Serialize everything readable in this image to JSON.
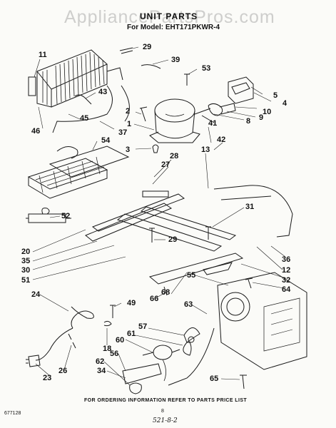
{
  "watermark": "AppliancePartsPros.com",
  "header": {
    "title": "UNIT PARTS",
    "model": "For Model: EHT171PKWR-4"
  },
  "callouts": {
    "c11": "11",
    "c29a": "29",
    "c39": "39",
    "c53": "53",
    "c4": "4",
    "c5": "5",
    "c10": "10",
    "c9": "9",
    "c8": "8",
    "c43": "43",
    "c45": "45",
    "c46": "46",
    "c37": "37",
    "c2": "2",
    "c1": "1",
    "c54": "54",
    "c3": "3",
    "c41": "41",
    "c42": "42",
    "c13": "13",
    "c28": "28",
    "c27": "27",
    "c52": "52",
    "c31": "31",
    "c29b": "29",
    "c20": "20",
    "c35": "35",
    "c30": "30",
    "c51": "51",
    "c36": "36",
    "c12": "12",
    "c32": "32",
    "c64": "64",
    "c55": "55",
    "c24": "24",
    "c49": "49",
    "c66": "66",
    "c68": "68",
    "c63": "63",
    "c57": "57",
    "c61": "61",
    "c60": "60",
    "c18": "18",
    "c56": "56",
    "c62": "62",
    "c23": "23",
    "c26": "26",
    "c65": "65",
    "c34": "34"
  },
  "footer": {
    "ordering": "FOR ORDERING INFORMATION REFER TO PARTS PRICE LIST",
    "doc_number": "677128",
    "page_number": "8",
    "handwritten": "521-8-2"
  }
}
